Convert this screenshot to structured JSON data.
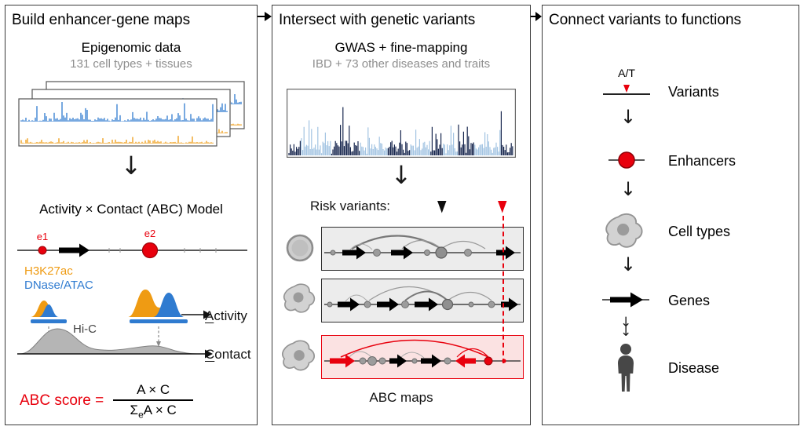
{
  "colors": {
    "red": "#e8000d",
    "orange": "#ef9b13",
    "blue": "#2f7bd0",
    "navy": "#17264e",
    "light_blue": "#a3c4e2",
    "gray_text": "#8e8e8e"
  },
  "panel1": {
    "title": "Build enhancer-gene maps",
    "data_title": "Epigenomic data",
    "data_subtitle": "131 cell types + tissues",
    "model_title": "Activity × Contact (ABC) Model",
    "enhancer1_label": "e1",
    "enhancer2_label": "e2",
    "h3k27ac_label": "H3K27ac",
    "dnase_label": "DNase/ATAC",
    "activity_first": "A",
    "activity_rest": "ctivity",
    "hic_label": "Hi-C",
    "contact_first": "C",
    "contact_rest": "ontact",
    "score_label": "ABC score =",
    "score_numerator": "A × C",
    "score_sigma": "Σ",
    "score_sigma_sub": "e",
    "score_denominator_rest": "A × C"
  },
  "panel2": {
    "title": "Intersect with genetic variants",
    "gwas_title": "GWAS + fine-mapping",
    "gwas_subtitle": "IBD + 73 other diseases and traits",
    "risk_label": "Risk variants:",
    "black_marker": "▼",
    "red_marker": "▼",
    "maps_label": "ABC maps"
  },
  "panel3": {
    "title": "Connect variants to functions",
    "allele_label": "A/T",
    "items": [
      {
        "label": "Variants"
      },
      {
        "label": "Enhancers"
      },
      {
        "label": "Cell types"
      },
      {
        "label": "Genes"
      },
      {
        "label": "Disease"
      }
    ]
  },
  "arrows": {
    "down": "↓"
  }
}
